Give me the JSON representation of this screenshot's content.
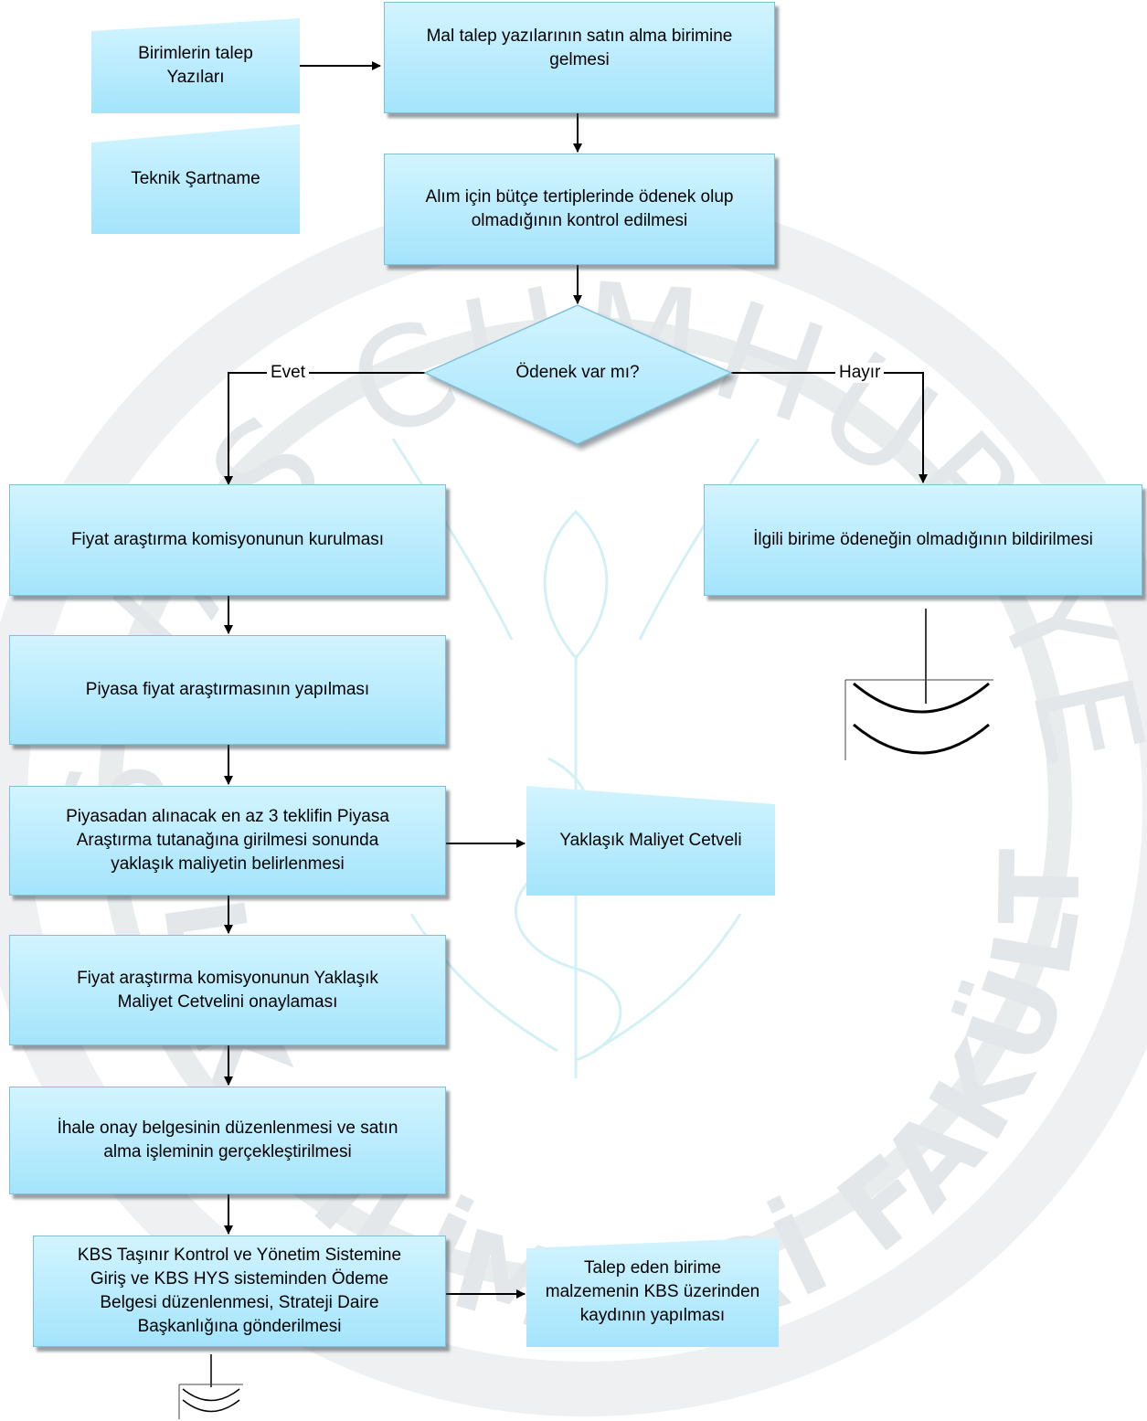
{
  "doc_boxes": {
    "birim_talep": "Birimlerin talep\nYazıları",
    "teknik_sartname": "Teknik Şartname",
    "yaklasik_maliyet": "Yaklaşık Maliyet Cetveli",
    "talep_eden": "Talep eden birime\nmalzemenin KBS üzerinden\nkaydının yapılması"
  },
  "process_boxes": {
    "mal_talep": "Mal talep yazılarının satın alma birimine\ngelmesi",
    "butce_kontrol": "Alım için bütçe tertiplerinde ödenek olup\nolmadığının kontrol edilmesi",
    "fiyat_komisyon": "Fiyat araştırma komisyonunun kurulması",
    "ilgili_birim": "İlgili birime ödeneğin olmadığının bildirilmesi",
    "piyasa_arastirma": "Piyasa fiyat araştırmasının yapılması",
    "teklif": "Piyasadan alınacak en az 3 teklifin Piyasa\nAraştırma tutanağına girilmesi sonunda\nyaklaşık maliyetin belirlenmesi",
    "onay": "Fiyat araştırma komisyonunun Yaklaşık\nMaliyet Cetvelini onaylaması",
    "ihale": "İhale onay belgesinin düzenlenmesi ve satın\nalma işleminin gerçekleştirilmesi",
    "kbs": "KBS Taşınır Kontrol ve Yönetim Sistemine\nGiriş ve KBS HYS sisteminden Ödeme\nBelgesi düzenlenmesi, Strateji Daire\nBaşkanlığına gönderilmesi"
  },
  "decision": {
    "question": "Ödenek var mı?",
    "yes_label": "Evet",
    "no_label": "Hayır"
  },
  "watermark": {
    "text_arc": "SİVAS CUMHURİYET ÜNİVERSİTESİ",
    "text_arc_bottom": "SAĞLIK BİLİMLERİ FAKÜLTESİ",
    "color": "#dfe3e5",
    "accent": "#bff0f5"
  },
  "colors": {
    "box_top": "#d2f4ff",
    "box_bottom": "#a4e4fb",
    "box_border": "#7fbfd8",
    "line": "#000000"
  }
}
